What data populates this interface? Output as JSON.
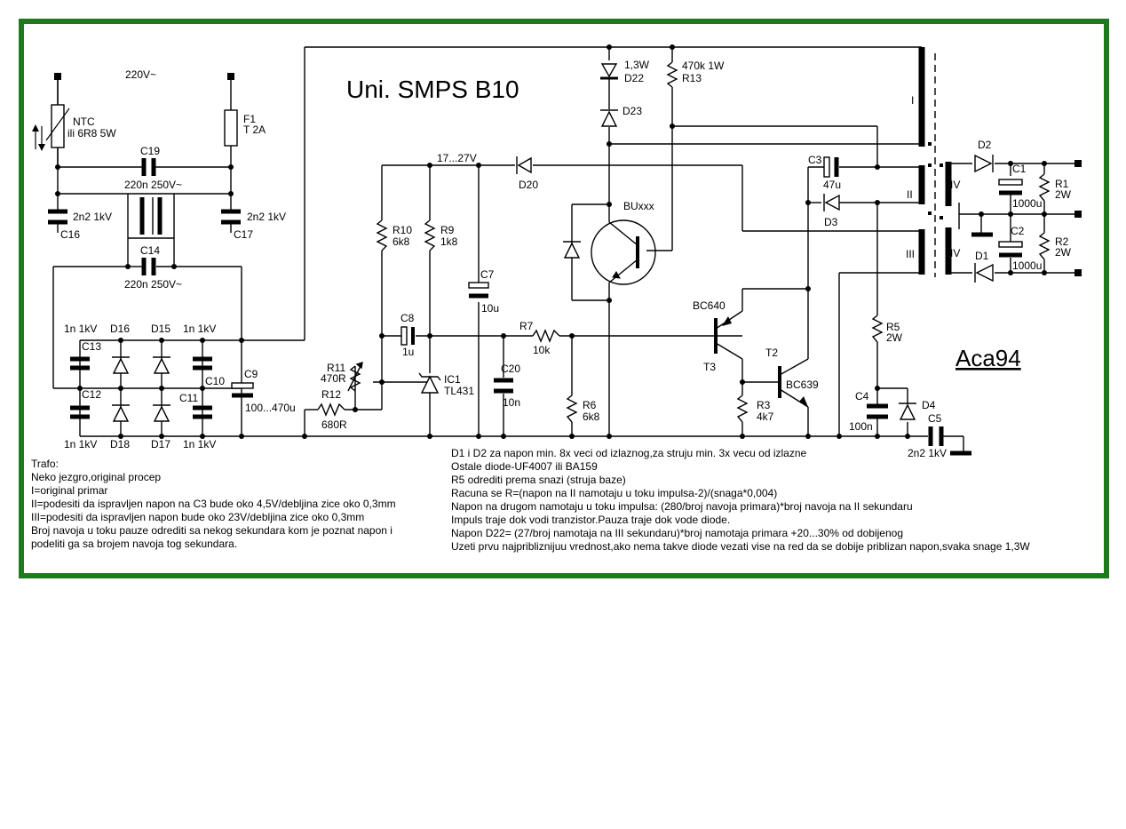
{
  "title": "Uni. SMPS B10",
  "author": "Aca94",
  "labels": {
    "mains": "220V~",
    "ntc": "NTC",
    "ntc_alt": "ili 6R8 5W",
    "f1": "F1",
    "f1_val": "T 2A",
    "c19": "C19",
    "c19_val": "220n 250V~",
    "c16": "C16",
    "c16_val": "2n2 1kV",
    "c17": "C17",
    "c17_val": "2n2 1kV",
    "c14": "C14",
    "c14_val": "220n 250V~",
    "c13": "C13",
    "c13_val": "1n 1kV",
    "c12": "C12",
    "c12_val": "1n 1kV",
    "c11": "C11",
    "c11_val": "1n 1kV",
    "c10": "C10",
    "c10_val": "1n 1kV",
    "d16": "D16",
    "d15": "D15",
    "d18": "D18",
    "d17": "D17",
    "c9": "C9",
    "c9_val": "100...470u",
    "r11": "R11",
    "r11_val": "470R",
    "r12": "R12",
    "r12_val": "680R",
    "r10": "R10",
    "r10_val": "6k8",
    "r9": "R9",
    "r9_val": "1k8",
    "v_aux": "17...27V",
    "c8": "C8",
    "c8_val": "1u",
    "c7": "C7",
    "c7_val": "10u",
    "ic1": "IC1",
    "ic1_val": "TL431",
    "r7": "R7",
    "r7_val": "10k",
    "c20": "C20",
    "c20_val": "10n",
    "r6": "R6",
    "r6_val": "6k8",
    "d20": "D20",
    "d22": "D22",
    "d22_val": "1,3W",
    "d23": "D23",
    "r13": "R13",
    "r13_val": "470k 1W",
    "q_main": "BUxxx",
    "t3": "T3",
    "t3_val": "BC640",
    "t2": "T2",
    "t2_val": "BC639",
    "r3": "R3",
    "r3_val": "4k7",
    "c3": "C3",
    "c3_val": "47u",
    "d3": "D3",
    "r5": "R5",
    "r5_val": "2W",
    "c4": "C4",
    "c4_val": "100n",
    "d4": "D4",
    "c5": "C5",
    "c5_val": "2n2 1kV",
    "wind_1": "I",
    "wind_2": "II",
    "wind_3": "III",
    "wind_4a": "IV",
    "wind_4b": "IV",
    "d2": "D2",
    "d1": "D1",
    "c1": "C1",
    "c1_val": "1000u",
    "c2": "C2",
    "c2_val": "1000u",
    "r1": "R1",
    "r1_val": "2W",
    "r2": "R2",
    "r2_val": "2W"
  },
  "notes_left": [
    "Trafo:",
    "Neko jezgro,original procep",
    "I=original primar",
    "II=podesiti da ispravljen napon na C3 bude oko 4,5V/debljina zice oko 0,3mm",
    "III=podesiti da ispravljen napon bude oko 23V/debljina zice oko 0,3mm",
    "Broj navoja u toku pauze odrediti sa nekog sekundara kom je poznat napon i",
    "podeliti ga sa brojem navoja tog sekundara."
  ],
  "notes_right": [
    "D1 i D2 za napon min. 8x veci od izlaznog,za struju min. 3x vecu od izlazne",
    "Ostale diode-UF4007 ili BA159",
    "R5 odrediti prema snazi (struja baze)",
    "Racuna se R=(napon na II namotaju u toku impulsa-2)/(snaga*0,004)",
    "Napon na drugom namotaju u toku impulsa: (280/broj navoja primara)*broj navoja na II sekundaru",
    "Impuls traje dok vodi tranzistor.Pauza traje dok vode diode.",
    "Napon D22= (27/broj namotaja na III sekundaru)*broj namotaja primara +20...30% od dobijenog",
    "Uzeti prvu najpribliznijuu vrednost,ako nema takve diode vezati vise na red da se dobije priblizan napon,svaka snage 1,3W"
  ]
}
